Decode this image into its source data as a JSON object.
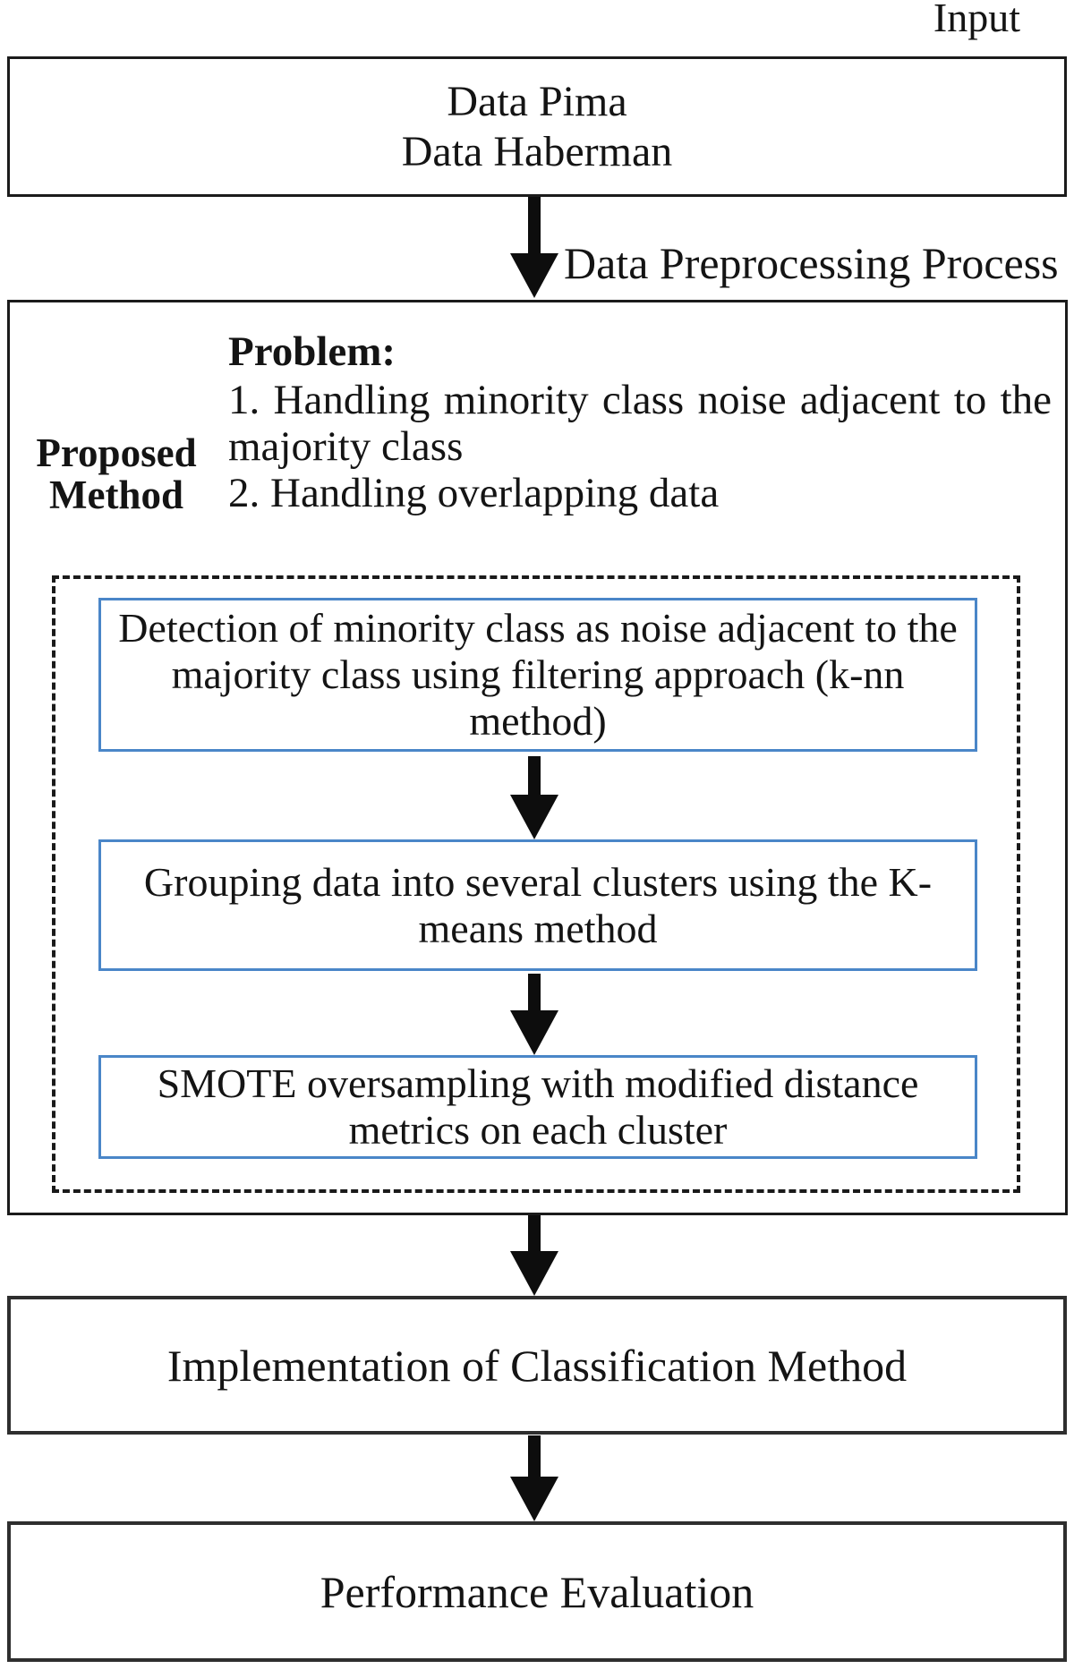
{
  "diagram": {
    "input_label": "Input",
    "dataset_box": {
      "line1": "Data Pima",
      "line2": "Data Haberman"
    },
    "preprocess_label": "Data Preprocessing Process",
    "proposed_method_label": "Proposed Method",
    "problem": {
      "heading": "Problem:",
      "item1": "1. Handling minority class noise adjacent to the majority class",
      "item2": "2. Handling overlapping data"
    },
    "steps": [
      {
        "text": "Detection of minority class as noise adjacent to the majority class using filtering approach (k-nn method)"
      },
      {
        "text": "Grouping data into several clusters using the K-means method"
      },
      {
        "text": "SMOTE oversampling with modified distance metrics on each cluster"
      }
    ],
    "classification_label": "Implementation of Classification Method",
    "evaluation_label": "Performance Evaluation",
    "colors": {
      "step_border_blue": "#4a86c8",
      "ink": "#141414"
    }
  }
}
